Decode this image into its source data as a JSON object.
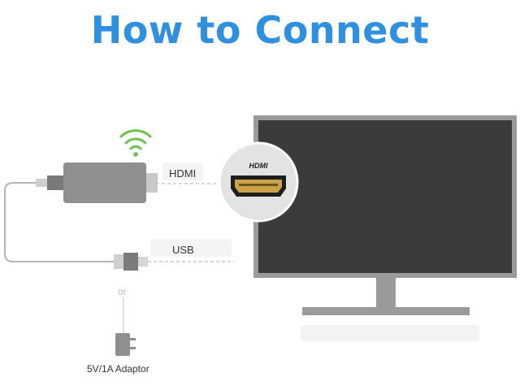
{
  "title": "How to Connect",
  "labels": {
    "hdmi": "HDMI",
    "usb": "USB",
    "or": "or",
    "adaptor": "5V/1A Adaptor"
  },
  "hdmi_logo_text": "HDMI",
  "icons": [
    "wifi-icon",
    "hdmi-port-icon",
    "power-plug-icon"
  ],
  "colors": {
    "title": "#2f8fe0",
    "wifi": "#6cc24a",
    "device": "#8f8f8f",
    "tv_screen": "#3b3b3b",
    "tv_frame": "#9a9a9a"
  }
}
